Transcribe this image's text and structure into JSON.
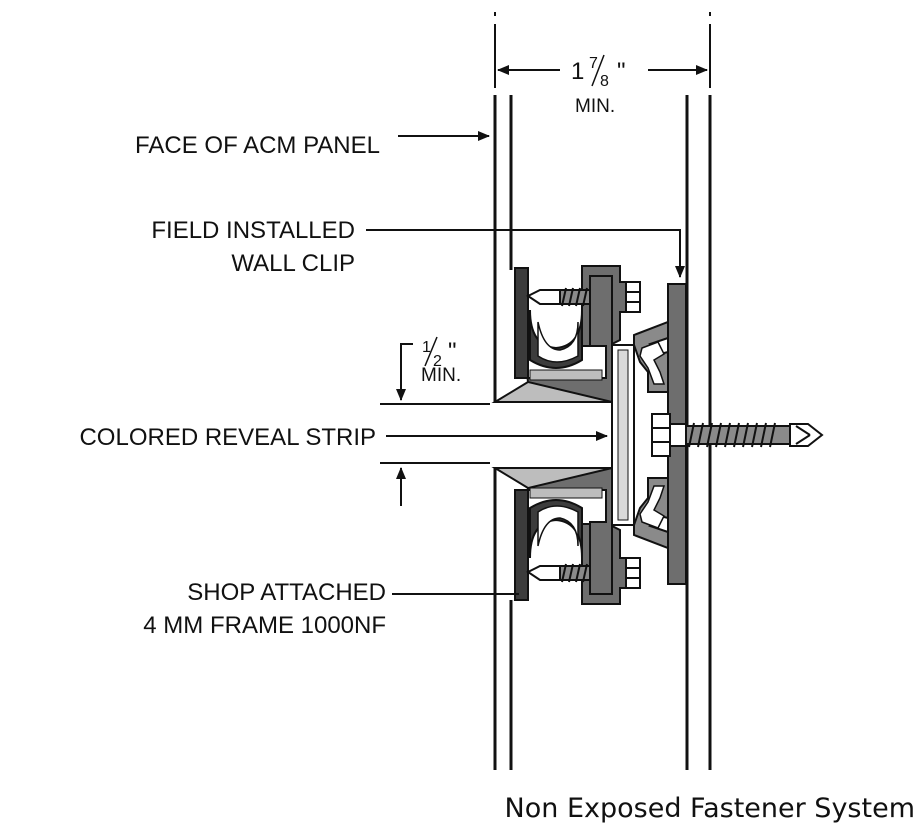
{
  "labels": {
    "face_of_acm_panel": "FACE OF ACM PANEL",
    "field_installed_line1": "FIELD INSTALLED",
    "field_installed_line2": "WALL CLIP",
    "colored_reveal_strip": "COLORED REVEAL STRIP",
    "shop_attached_line1": "SHOP ATTACHED",
    "shop_attached_line2": "4 MM FRAME 1000NF"
  },
  "dimensions": {
    "top_width_whole": "1",
    "top_width_num": "7",
    "top_width_den": "8",
    "top_width_unit": "\"",
    "top_width_note": "MIN.",
    "reveal_num": "1",
    "reveal_den": "2",
    "reveal_unit": "\"",
    "reveal_note": "MIN."
  },
  "caption": "Non Exposed Fastener System",
  "colors": {
    "line": "#111111",
    "metal_fill": "#6e6e6e",
    "light_fill": "#bdbdbd",
    "background": "#ffffff"
  }
}
